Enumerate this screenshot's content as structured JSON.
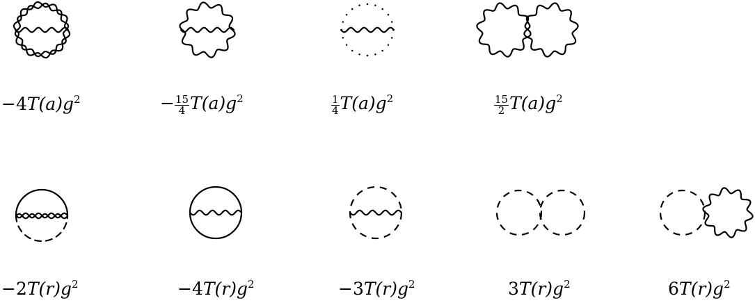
{
  "diagrams": [
    {
      "name": "diagram-gluon-sunset-wavy",
      "kind": "wavy-sunset",
      "label": {
        "sign": "−",
        "coef": "4",
        "group": "T(a)",
        "coupling": "g",
        "power": "2"
      }
    },
    {
      "name": "diagram-wavy-sunset-thin",
      "kind": "wavy-sunset-thin",
      "label": {
        "sign": "−",
        "num": "15",
        "den": "4",
        "group": "T(a)",
        "coupling": "g",
        "power": "2"
      }
    },
    {
      "name": "diagram-ghost-loop",
      "kind": "dotted-wavy",
      "label": {
        "sign": "",
        "num": "1",
        "den": "4",
        "group": "T(a)",
        "coupling": "g",
        "power": "2"
      }
    },
    {
      "name": "diagram-figure-eight-wavy",
      "kind": "figure-eight-wavy",
      "label": {
        "sign": "",
        "num": "15",
        "den": "2",
        "group": "T(a)",
        "coupling": "g",
        "power": "2"
      }
    },
    {
      "name": "diagram-half-solid-half-dashed",
      "kind": "half-solid-half-dashed",
      "label": {
        "sign": "−",
        "coef": "2",
        "group": "T(r)",
        "coupling": "g",
        "power": "2"
      }
    },
    {
      "name": "diagram-solid-with-wavy",
      "kind": "solid-wavy",
      "label": {
        "sign": "−",
        "coef": "4",
        "group": "T(r)",
        "coupling": "g",
        "power": "2"
      }
    },
    {
      "name": "diagram-dashed-with-wavy",
      "kind": "dashed-wavy",
      "label": {
        "sign": "−",
        "coef": "3",
        "group": "T(r)",
        "coupling": "g",
        "power": "2"
      }
    },
    {
      "name": "diagram-figure-eight-dashed",
      "kind": "figure-eight-dashed",
      "label": {
        "sign": "",
        "coef": "3",
        "group": "T(r)",
        "coupling": "g",
        "power": "2"
      }
    },
    {
      "name": "diagram-dashed-plus-wavy-loop",
      "kind": "dashed-wavy-eight",
      "label": {
        "sign": "",
        "coef": "6",
        "group": "T(r)",
        "coupling": "g",
        "power": "2"
      }
    }
  ]
}
